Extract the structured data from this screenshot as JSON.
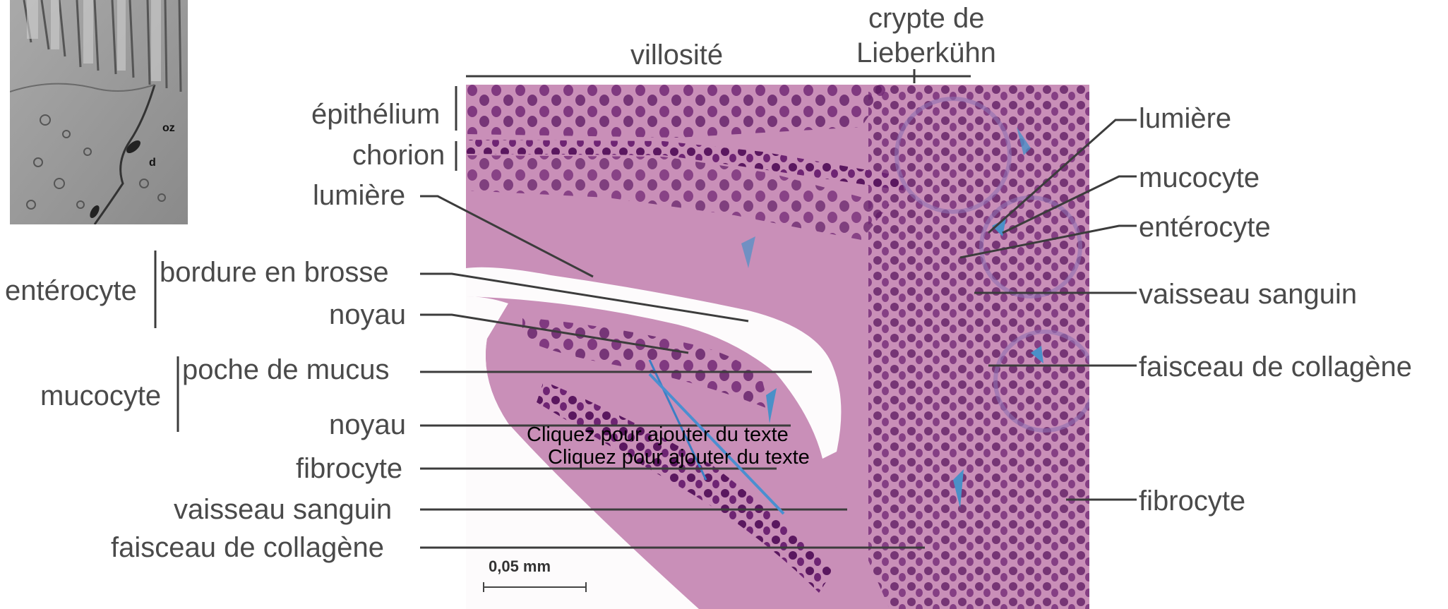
{
  "colors": {
    "label_text": "#4a4a4a",
    "leader_line": "#3c3c3c",
    "stain_pink": "#c98fb8",
    "stain_purple": "#6a1f6e",
    "stain_blue": "#4a90c8",
    "em_gray": "#8f8f8f"
  },
  "icons": {
    "em_thumbnail": "electron-micrograph-image",
    "histology": "intestinal-villus-histology-image"
  },
  "em_labels": {
    "oz": "oz",
    "d": "d"
  },
  "header": {
    "villosite": "villosité",
    "crypte_line1": "crypte de",
    "crypte_line2": "Lieberkühn"
  },
  "left_labels": {
    "epithelium": "épithélium",
    "chorion": "chorion",
    "lumiere": "lumière",
    "enterocyte_group": "entérocyte",
    "bordure": "bordure en brosse",
    "noyau1": "noyau",
    "mucocyte_group": "mucocyte",
    "poche": "poche de mucus",
    "noyau2": "noyau",
    "fibrocyte": "fibrocyte",
    "vaisseau": "vaisseau sanguin",
    "faisceau": "faisceau de collagène"
  },
  "right_labels": {
    "lumiere": "lumière",
    "mucocyte": "mucocyte",
    "enterocyte": "entérocyte",
    "vaisseau": "vaisseau sanguin",
    "faisceau": "faisceau de collagène",
    "fibrocyte": "fibrocyte"
  },
  "placeholders": {
    "line1": "Cliquez pour ajouter du texte",
    "line2": "Cliquez pour ajouter du texte"
  },
  "scale_bar": {
    "label": "0,05 mm"
  }
}
